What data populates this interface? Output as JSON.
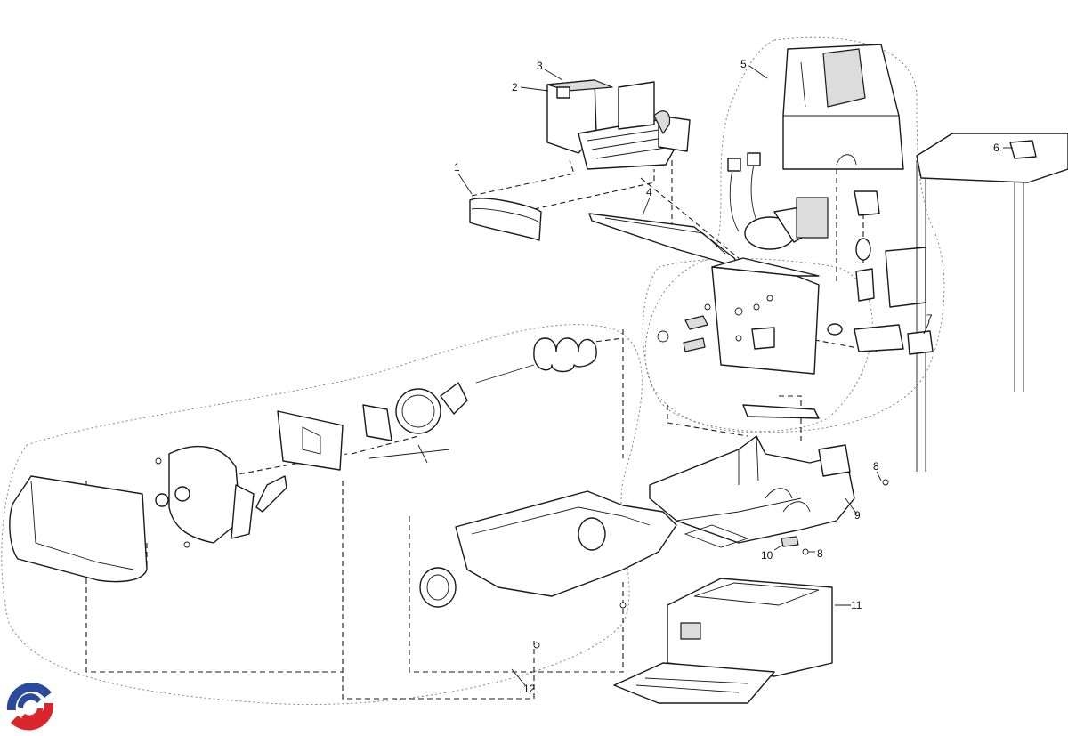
{
  "callouts": [
    {
      "label": "1"
    },
    {
      "label": "2"
    },
    {
      "label": "3"
    },
    {
      "label": "4"
    },
    {
      "label": "5"
    },
    {
      "label": "6"
    },
    {
      "label": "7"
    },
    {
      "label": "8"
    },
    {
      "label": "8"
    },
    {
      "label": "9"
    },
    {
      "label": "10"
    },
    {
      "label": "11"
    },
    {
      "label": "12"
    }
  ],
  "logo": {
    "icon": "brand-logo-icon",
    "colors": [
      "#2a4b9b",
      "#d8262c"
    ]
  }
}
